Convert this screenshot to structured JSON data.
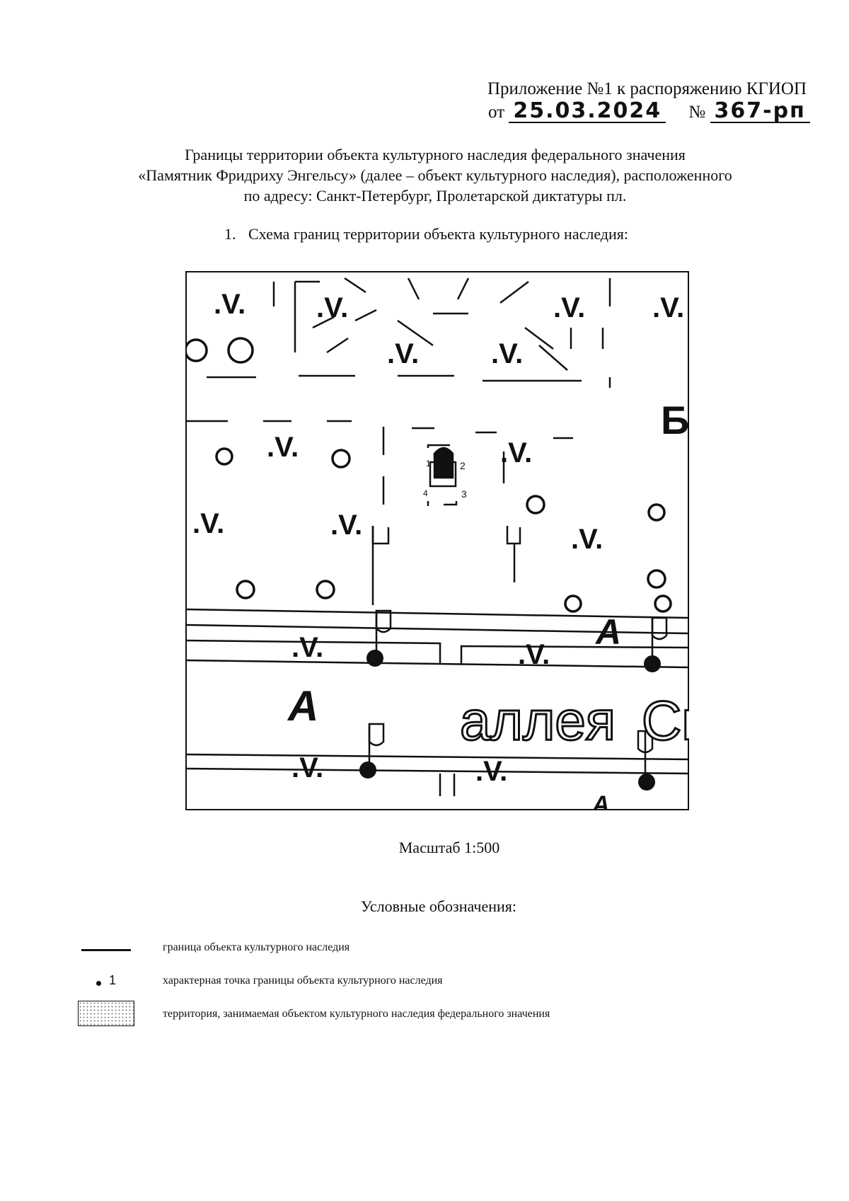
{
  "header": {
    "appendix": "Приложение №1 к распоряжению КГИОП",
    "from_label": "от",
    "date": "25.03.2024",
    "number_label": "№",
    "number": "367-рп"
  },
  "title": {
    "line1": "Границы территории объекта культурного наследия федерального значения",
    "line2": "«Памятник Фридриху Энгельсу» (далее – объект культурного наследия), расположенного",
    "line3": "по адресу: Санкт-Петербург, Пролетарской диктатуры пл."
  },
  "section": {
    "number": "1.",
    "heading": "Схема границ территории объекта культурного наследия:"
  },
  "map": {
    "street_label": "аллея",
    "street_label_cut": "Сп",
    "letter_a": "А",
    "letter_b": "Б",
    "point_labels": [
      "1",
      "2",
      "3",
      "4"
    ]
  },
  "scale": "Масштаб 1:500",
  "legend": {
    "title": "Условные обозначения:",
    "items": [
      {
        "symbol": "line",
        "text": "граница объекта культурного наследия"
      },
      {
        "symbol": "dot",
        "number": "1",
        "text": "характерная точка границы объекта культурного наследия"
      },
      {
        "symbol": "dotted-box",
        "text": "территория, занимаемая объектом культурного наследия федерального значения"
      }
    ]
  }
}
